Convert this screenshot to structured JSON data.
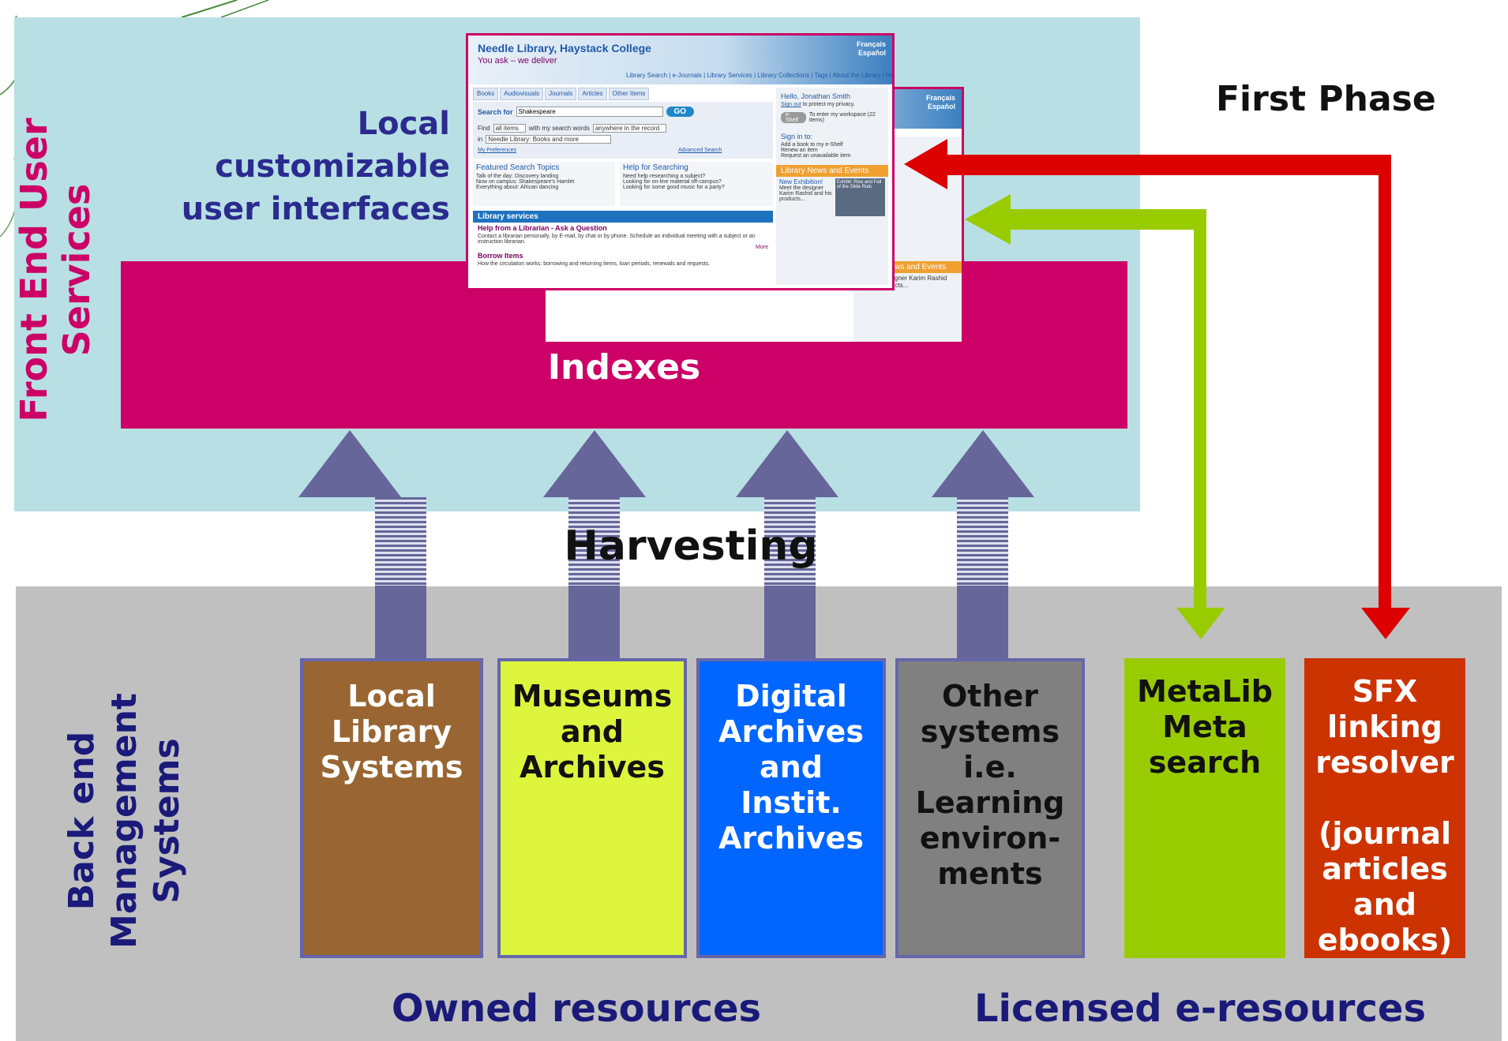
{
  "front_end": {
    "label_line1": "Front End User",
    "label_line2": "Services",
    "lcui_line1": "Local customizable",
    "lcui_line2": "user interfaces",
    "indexes": "Indexes"
  },
  "first_phase": "First Phase",
  "harvesting": "Harvesting",
  "back_end": {
    "label_line1": "Back end",
    "label_line2": "Management",
    "label_line3": "Systems"
  },
  "boxes": [
    {
      "label": "Local\nLibrary\nSystems",
      "color": "#996633",
      "text_color": "#ffffff"
    },
    {
      "label": "Museums\nand\nArchives",
      "color": "#ddf53d",
      "text_color": "#111111"
    },
    {
      "label": "Digital\nArchives\nand\nInstit.\nArchives",
      "color": "#0066ff",
      "text_color": "#ffffff"
    },
    {
      "label": "Other\nsystems\ni.e.\nLearning\nenviron-\nments",
      "color": "#808080",
      "text_color": "#111111"
    },
    {
      "label": "MetaLib\nMeta\nsearch",
      "color": "#99cc00",
      "text_color": "#111111"
    },
    {
      "label": "SFX\nlinking\nresolver\n\n(journal\narticles\nand\nebooks)",
      "color": "#cc3300",
      "text_color": "#ffffff"
    }
  ],
  "owned_resources": "Owned resources",
  "licensed_resources": "Licensed e-resources",
  "colors": {
    "front_panel": "#b8e0e4",
    "indexes": "#cc0066",
    "back_panel": "#c0c0c0",
    "harvest_arrow": "#66669a",
    "green_arrow": "#99cc00",
    "red_arrow": "#dd0000"
  },
  "screenshot": {
    "title": "Needle Library, Haystack College",
    "subtitle": "You ask – we deliver",
    "languages": "Français\nEspañol",
    "nav": "Library Search | e-Journals | Library Services | Library Collections | Tags | About the Library | Help",
    "tabs": [
      "Books",
      "Audiovisuals",
      "Journals",
      "Articles",
      "Other Items"
    ],
    "search_label": "Search for",
    "search_value": "Shakespeare",
    "go": "GO",
    "find_label": "Find",
    "find_value": "all items",
    "search_words_label": "with my search words",
    "anywhere_value": "anywhere in the record",
    "in_label": "in",
    "in_value": "Needle Library: Books and more",
    "my_preferences": "My Preferences",
    "advanced_search": "Advanced Search",
    "hello": "Hello, Jonathan Smith",
    "sign_out": "Sign out",
    "sign_out_rest": "to protect my privacy.",
    "eshelf": "e-Shelf",
    "workspace": "To enter my workspace (22 items)",
    "featured_title": "Featured Search Topics",
    "featured_items": [
      "Talk of the day: Discovery landing",
      "Now on campus: Shakespeare's Hamlet",
      "Everything about: African dancing"
    ],
    "help_title": "Help for Searching",
    "help_items": [
      "Need help researching a subject?",
      "Looking for on-line material off-campus?",
      "Looking for some good music for a party?"
    ],
    "sign_in_title": "Sign in to:",
    "sign_in_items": [
      "Add a book to my e-Shelf",
      "Renew an item",
      "Request an unavailable item"
    ],
    "library_services": "Library services",
    "news_events": "Library News and Events",
    "ask_title": "Help from a Librarian - Ask a Question",
    "ask_text": "Contact a librarian personally, by E-mail, by chat or by phone. Schedule an individual meeting with a subject or an instruction librarian.",
    "more": "More",
    "borrow_title": "Borrow Items",
    "borrow_text": "How the circulation works: borrowing and returning items, loan periods, renewals and requests.",
    "exhibition_title": "New Exhibition!",
    "exhibition_text": "Meet the designer Karim Rashid and his products...",
    "exhibition_img": "Exhibit: Rise and Fall of the Slide Rule"
  }
}
